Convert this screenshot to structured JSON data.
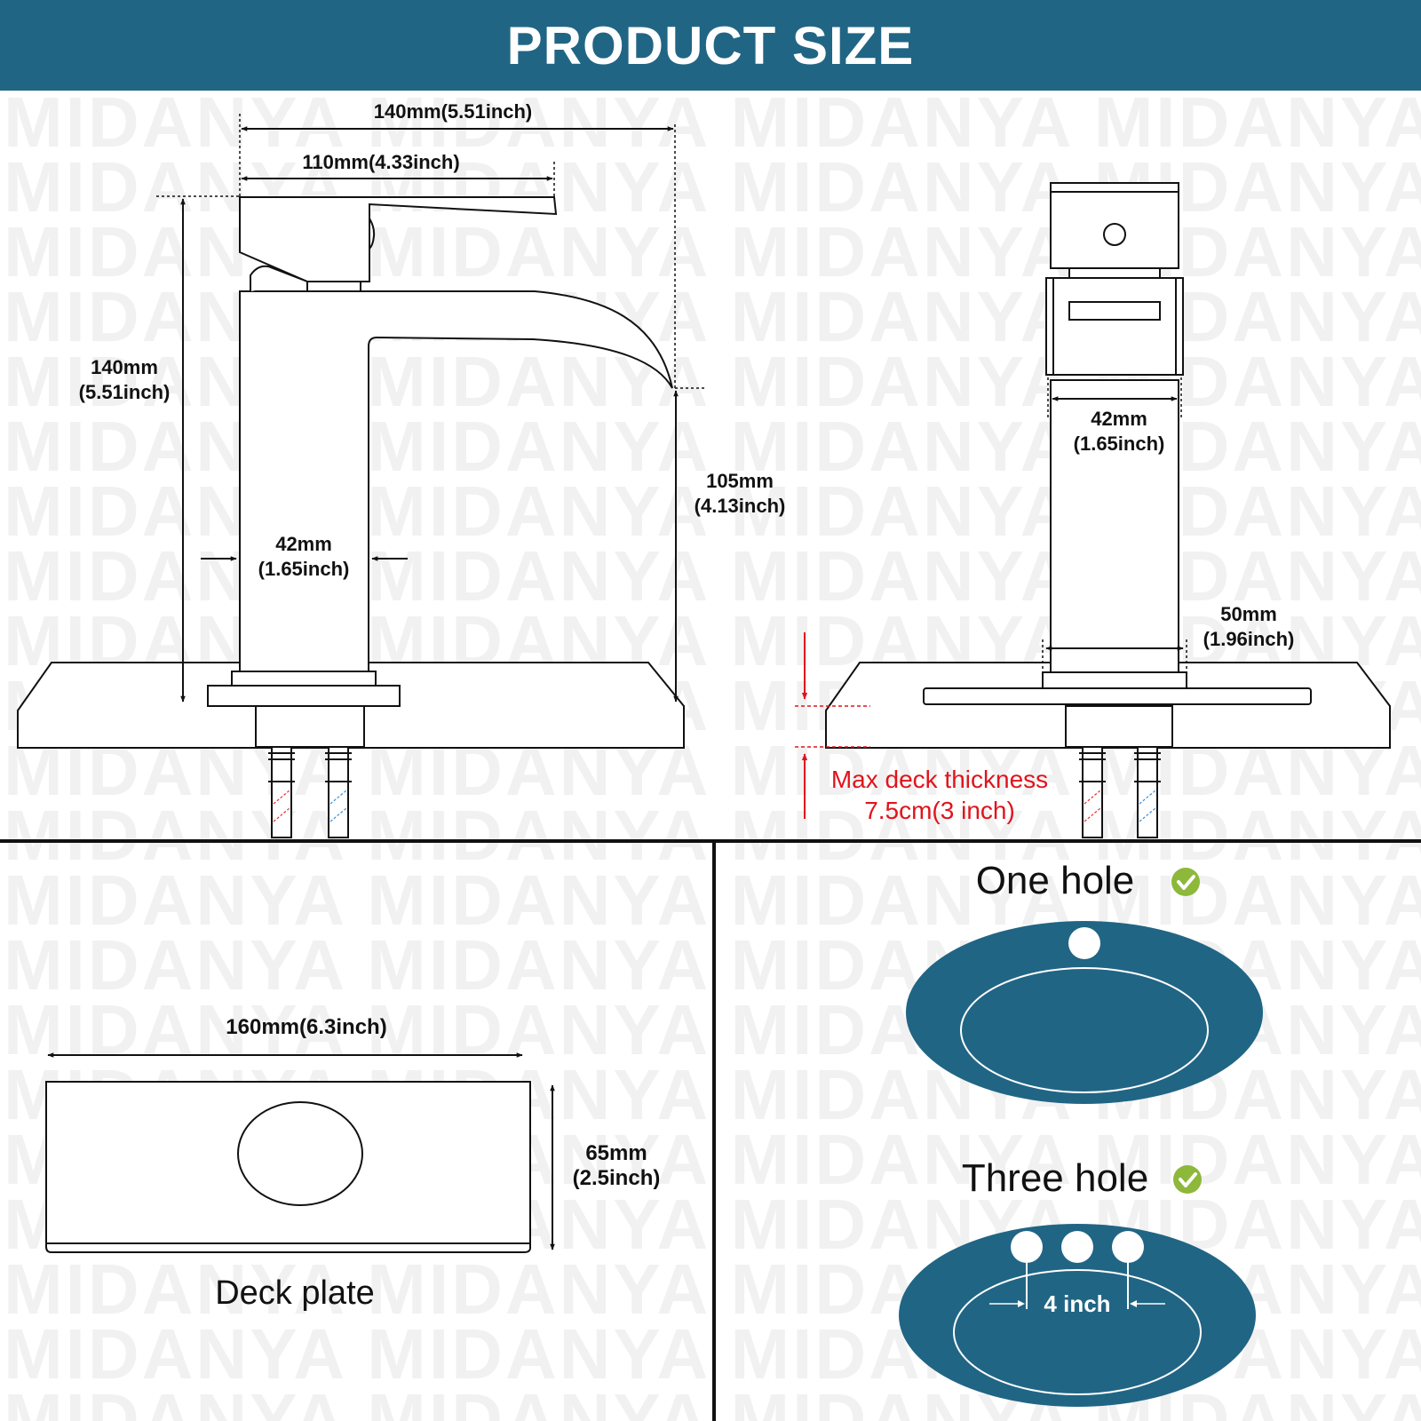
{
  "header": {
    "title": "PRODUCT SIZE"
  },
  "watermark": {
    "text": "MIDANYA"
  },
  "colors": {
    "banner": "#216585",
    "basin": "#216585",
    "deck_note": "#e0141c",
    "check": "#8db83a",
    "hot_line": "#e03030",
    "cold_line": "#3a8fd8"
  },
  "side_view": {
    "overall_length": "140mm(5.51inch)",
    "spout_length": "110mm(4.33inch)",
    "height_mm": "140mm",
    "height_in": "(5.51inch)",
    "body_width_mm": "42mm",
    "body_width_in": "(1.65inch)",
    "spout_height_mm": "105mm",
    "spout_height_in": "(4.13inch)"
  },
  "front_view": {
    "body_width_mm": "42mm",
    "body_width_in": "(1.65inch)",
    "base_width_mm": "50mm",
    "base_width_in": "(1.96inch)",
    "deck_note_line1": "Max deck thickness",
    "deck_note_line2": "7.5cm(3 inch)"
  },
  "deck_plate": {
    "width_label": "160mm(6.3inch)",
    "height_mm": "65mm",
    "height_in": "(2.5inch)",
    "caption": "Deck plate"
  },
  "holes": {
    "one_hole_label": "One hole",
    "three_hole_label": "Three hole",
    "spacing_label": "4 inch",
    "one_hole_icon": "check-circle-icon",
    "three_hole_icon": "check-circle-icon"
  }
}
